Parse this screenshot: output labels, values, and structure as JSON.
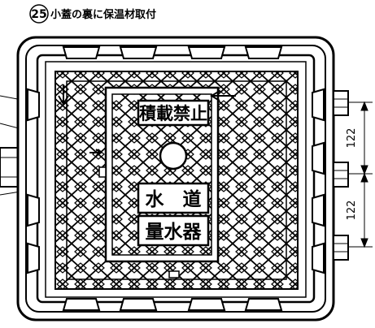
{
  "caption": {
    "number": "25",
    "text": "小蓋の裏に保温材取付"
  },
  "lid_labels": {
    "top": "積載禁止",
    "middle": "水　道",
    "bottom": "量水器"
  },
  "dimensions": {
    "upper": "122",
    "lower": "122"
  }
}
